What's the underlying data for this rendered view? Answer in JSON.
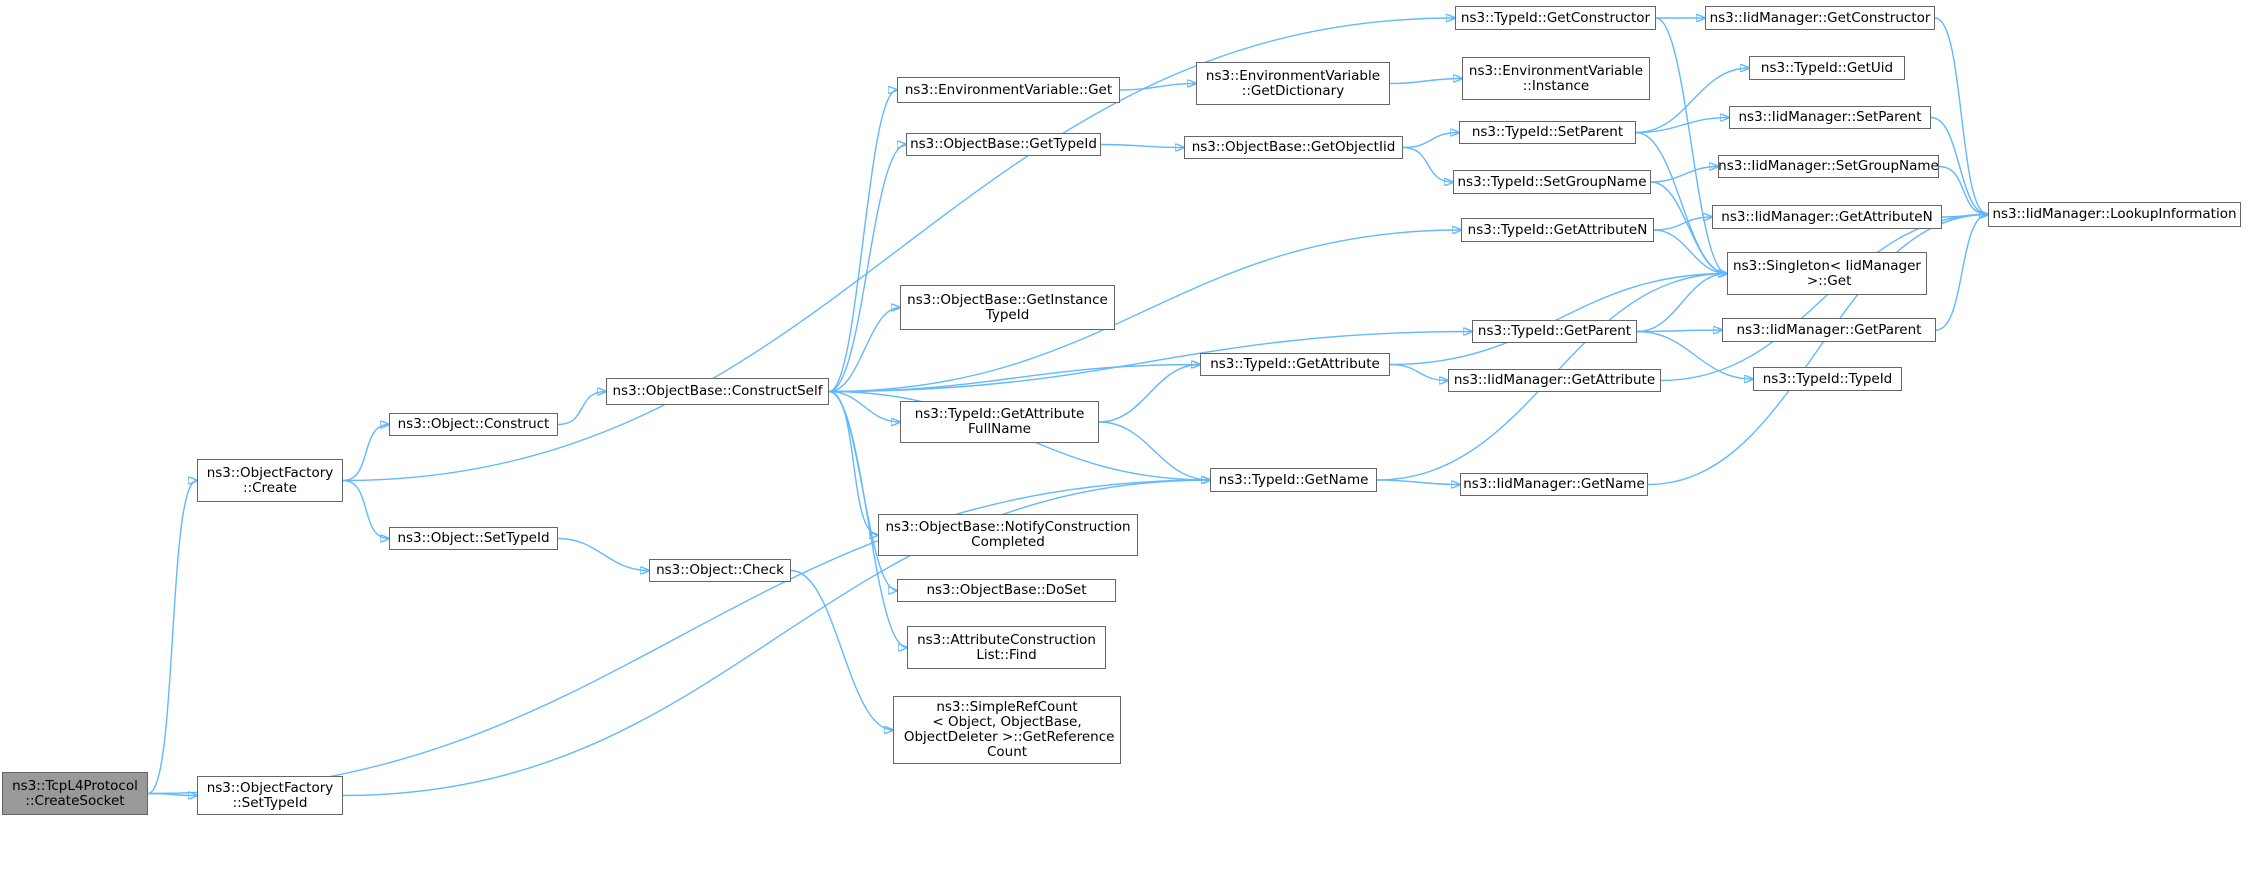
{
  "nodes": [
    {
      "id": "root",
      "label": "ns3::TcpL4Protocol\n::CreateSocket",
      "root": true
    },
    {
      "id": "ofCreate",
      "label": "ns3::ObjectFactory\n::Create"
    },
    {
      "id": "ofSetTypeId",
      "label": "ns3::ObjectFactory\n::SetTypeId"
    },
    {
      "id": "objConstruct",
      "label": "ns3::Object::Construct"
    },
    {
      "id": "objSetTypeId",
      "label": "ns3::Object::SetTypeId"
    },
    {
      "id": "objCheck",
      "label": "ns3::Object::Check"
    },
    {
      "id": "constructSelf",
      "label": "ns3::ObjectBase::ConstructSelf"
    },
    {
      "id": "envGet",
      "label": "ns3::EnvironmentVariable::Get"
    },
    {
      "id": "obGetTypeId",
      "label": "ns3::ObjectBase::GetTypeId"
    },
    {
      "id": "obGetInstanceTypeId",
      "label": "ns3::ObjectBase::GetInstance\nTypeId"
    },
    {
      "id": "tidGetAttrFullName",
      "label": "ns3::TypeId::GetAttribute\nFullName"
    },
    {
      "id": "obNotify",
      "label": "ns3::ObjectBase::NotifyConstruction\nCompleted"
    },
    {
      "id": "obDoSet",
      "label": "ns3::ObjectBase::DoSet"
    },
    {
      "id": "aclFind",
      "label": "ns3::AttributeConstruction\nList::Find"
    },
    {
      "id": "srcGetRef",
      "label": "ns3::SimpleRefCount\n< Object, ObjectBase,\n ObjectDeleter >::GetReference\nCount"
    },
    {
      "id": "envGetDict",
      "label": "ns3::EnvironmentVariable\n::GetDictionary"
    },
    {
      "id": "obGetObjectIid",
      "label": "ns3::ObjectBase::GetObjectIid"
    },
    {
      "id": "tidGetAttribute",
      "label": "ns3::TypeId::GetAttribute"
    },
    {
      "id": "tidGetName",
      "label": "ns3::TypeId::GetName"
    },
    {
      "id": "envInstance",
      "label": "ns3::EnvironmentVariable\n::Instance"
    },
    {
      "id": "tidGetConstructor",
      "label": "ns3::TypeId::GetConstructor"
    },
    {
      "id": "tidSetParent",
      "label": "ns3::TypeId::SetParent"
    },
    {
      "id": "tidSetGroupName",
      "label": "ns3::TypeId::SetGroupName"
    },
    {
      "id": "tidGetAttributeN",
      "label": "ns3::TypeId::GetAttributeN"
    },
    {
      "id": "tidGetParent",
      "label": "ns3::TypeId::GetParent"
    },
    {
      "id": "iidGetAttribute",
      "label": "ns3::IidManager::GetAttribute"
    },
    {
      "id": "iidGetName",
      "label": "ns3::IidManager::GetName"
    },
    {
      "id": "iidGetConstructor",
      "label": "ns3::IidManager::GetConstructor"
    },
    {
      "id": "tidGetUid",
      "label": "ns3::TypeId::GetUid"
    },
    {
      "id": "iidSetParent",
      "label": "ns3::IidManager::SetParent"
    },
    {
      "id": "iidSetGroupName",
      "label": "ns3::IidManager::SetGroupName"
    },
    {
      "id": "iidGetAttributeN",
      "label": "ns3::IidManager::GetAttributeN"
    },
    {
      "id": "singletonGet",
      "label": "ns3::Singleton< IidManager\n >::Get"
    },
    {
      "id": "iidGetParent",
      "label": "ns3::IidManager::GetParent"
    },
    {
      "id": "tidTypeId",
      "label": "ns3::TypeId::TypeId"
    },
    {
      "id": "iidLookup",
      "label": "ns3::IidManager::LookupInformation"
    }
  ],
  "edges": [
    [
      "root",
      "ofCreate"
    ],
    [
      "root",
      "ofSetTypeId"
    ],
    [
      "root",
      "tidGetName"
    ],
    [
      "ofCreate",
      "objConstruct"
    ],
    [
      "ofCreate",
      "objSetTypeId"
    ],
    [
      "ofCreate",
      "tidGetConstructor"
    ],
    [
      "ofSetTypeId",
      "tidGetName"
    ],
    [
      "objConstruct",
      "constructSelf"
    ],
    [
      "objSetTypeId",
      "objCheck"
    ],
    [
      "objCheck",
      "srcGetRef"
    ],
    [
      "constructSelf",
      "envGet"
    ],
    [
      "constructSelf",
      "obGetTypeId"
    ],
    [
      "constructSelf",
      "tidGetAttributeN"
    ],
    [
      "constructSelf",
      "tidGetParent"
    ],
    [
      "constructSelf",
      "obGetInstanceTypeId"
    ],
    [
      "constructSelf",
      "tidGetAttribute"
    ],
    [
      "constructSelf",
      "tidGetAttrFullName"
    ],
    [
      "constructSelf",
      "tidGetName"
    ],
    [
      "constructSelf",
      "obNotify"
    ],
    [
      "constructSelf",
      "obDoSet"
    ],
    [
      "constructSelf",
      "aclFind"
    ],
    [
      "envGet",
      "envGetDict"
    ],
    [
      "envGetDict",
      "envInstance"
    ],
    [
      "obGetTypeId",
      "obGetObjectIid"
    ],
    [
      "obGetObjectIid",
      "tidSetParent"
    ],
    [
      "obGetObjectIid",
      "tidSetGroupName"
    ],
    [
      "tidGetAttrFullName",
      "tidGetAttribute"
    ],
    [
      "tidGetAttrFullName",
      "tidGetName"
    ],
    [
      "tidGetAttribute",
      "singletonGet"
    ],
    [
      "tidGetAttribute",
      "iidGetAttribute"
    ],
    [
      "tidGetName",
      "singletonGet"
    ],
    [
      "tidGetName",
      "iidGetName"
    ],
    [
      "tidGetConstructor",
      "iidGetConstructor"
    ],
    [
      "tidGetConstructor",
      "singletonGet"
    ],
    [
      "tidSetParent",
      "tidGetUid"
    ],
    [
      "tidSetParent",
      "iidSetParent"
    ],
    [
      "tidSetParent",
      "singletonGet"
    ],
    [
      "tidSetGroupName",
      "iidSetGroupName"
    ],
    [
      "tidSetGroupName",
      "singletonGet"
    ],
    [
      "tidGetAttributeN",
      "iidGetAttributeN"
    ],
    [
      "tidGetAttributeN",
      "singletonGet"
    ],
    [
      "tidGetParent",
      "singletonGet"
    ],
    [
      "tidGetParent",
      "iidGetParent"
    ],
    [
      "tidGetParent",
      "tidTypeId"
    ],
    [
      "iidGetAttribute",
      "iidLookup"
    ],
    [
      "iidGetName",
      "iidLookup"
    ],
    [
      "iidGetConstructor",
      "iidLookup"
    ],
    [
      "iidSetParent",
      "iidLookup"
    ],
    [
      "iidSetGroupName",
      "iidLookup"
    ],
    [
      "iidGetAttributeN",
      "iidLookup"
    ],
    [
      "iidGetParent",
      "iidLookup"
    ]
  ],
  "colors": {
    "edge": "#63b8ff",
    "node_border": "#666666",
    "root_fill": "#999999"
  }
}
